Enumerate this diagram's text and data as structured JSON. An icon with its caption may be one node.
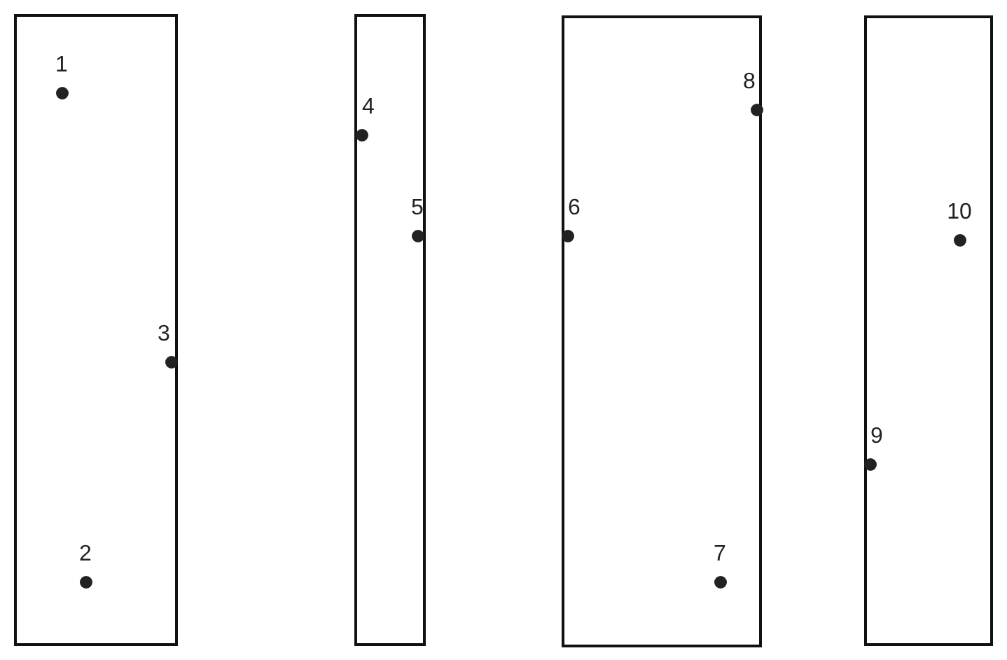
{
  "diagram": {
    "nodes": [
      {
        "text": [],
        "shape": "box"
      },
      {
        "text": [],
        "shape": "circle",
        "beside": [
          "1"
        ],
        "in": 0
      },
      {
        "text": [],
        "shape": "circle",
        "beside": [
          "2"
        ],
        "in": 0
      },
      {
        "text": [],
        "shape": "circle",
        "beside": [
          "3"
        ],
        "in": 0
      },
      {
        "text": [],
        "shape": "box"
      },
      {
        "text": [],
        "shape": "circle",
        "beside": [
          "4"
        ],
        "in": 4
      },
      {
        "text": [],
        "shape": "circle",
        "beside": [
          "5"
        ],
        "in": 4
      },
      {
        "text": [],
        "shape": "box"
      },
      {
        "text": [],
        "shape": "circle",
        "beside": [
          "6"
        ],
        "in": 7
      },
      {
        "text": [],
        "shape": "circle",
        "beside": [
          "7"
        ],
        "in": 7
      },
      {
        "text": [],
        "shape": "circle",
        "beside": [
          "8"
        ],
        "in": 7
      },
      {
        "text": [],
        "shape": "box"
      },
      {
        "text": [],
        "shape": "circle",
        "beside": [
          "9"
        ],
        "in": 11
      },
      {
        "text": [],
        "shape": "circle",
        "beside": [
          "10"
        ],
        "in": 11
      }
    ]
  }
}
